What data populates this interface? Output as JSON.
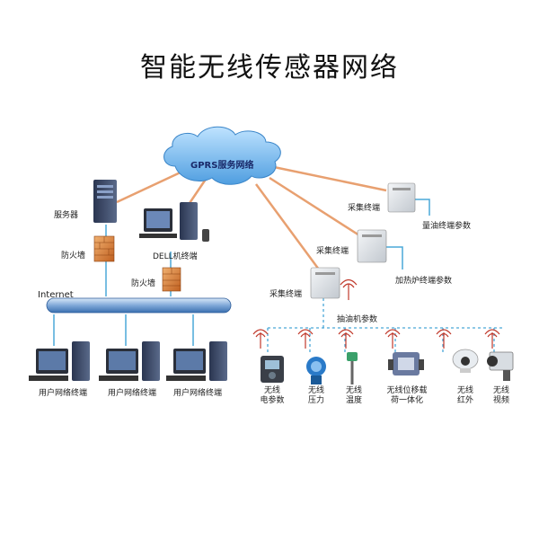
{
  "title": "智能无线传感器网络",
  "cloud_label": "GPRS服务网络",
  "server_label": "服务器",
  "firewall_labels": [
    "防火墙",
    "防火墙"
  ],
  "dell_label": "DELL机终端",
  "internet_label": "Internet",
  "user_terminal_labels": [
    "用户网络终端",
    "用户网络终端",
    "用户网络终端"
  ],
  "collect_terminal_labels": [
    "采集终端",
    "采集终端",
    "采集终端"
  ],
  "param_labels": {
    "oil_meter": "量油终端参数",
    "heater": "加热炉终端参数",
    "pump": "抽油机参数"
  },
  "sensors": [
    {
      "line1": "无线",
      "line2": "电参数"
    },
    {
      "line1": "无线",
      "line2": "压力"
    },
    {
      "line1": "无线",
      "line2": "温度"
    },
    {
      "line1": "无线位移载",
      "line2": "荷一体化"
    },
    {
      "line1": "无线",
      "line2": "红外"
    },
    {
      "line1": "无线",
      "line2": "视频"
    }
  ],
  "colors": {
    "wire": "#e8a070",
    "network_dash": "#4aa8d8",
    "cloud": "#5aa9e6",
    "bus": "#3a6fb0"
  }
}
